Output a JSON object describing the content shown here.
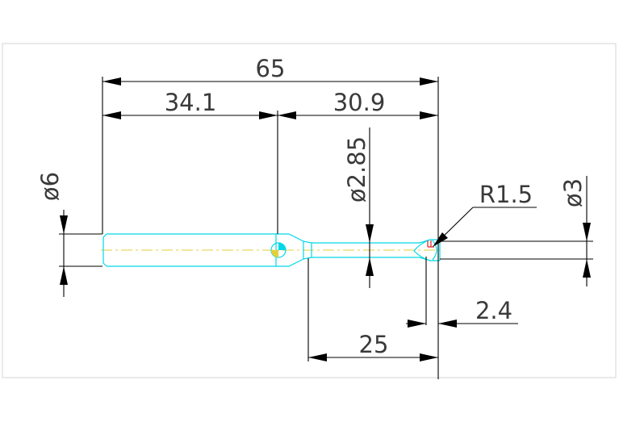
{
  "colors": {
    "background": "#ffffff",
    "frame": "#d6d6d6",
    "dimension_line": "#000000",
    "dimension_text": "#3a3a3a",
    "part_outline": "#00d8e8",
    "center_line": "#e6cf3a",
    "radius_mark": "#e0202a"
  },
  "dimensions": {
    "overall_length": "65",
    "shank_length": "34.1",
    "neck_length": "30.9",
    "shank_diameter": "ø6",
    "neck_diameter": "ø2.85",
    "tip_radius": "R1.5",
    "tip_diameter": "ø3",
    "tip_length": "2.4",
    "reach_length": "25"
  }
}
